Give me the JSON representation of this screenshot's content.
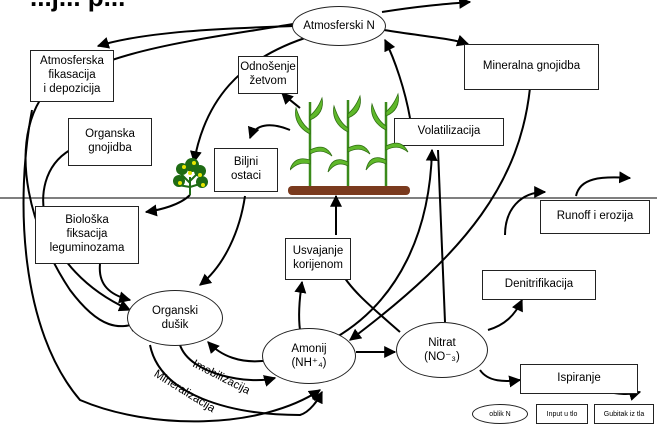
{
  "title_fragment": "...j... p...",
  "nodes": {
    "atmosferski_n": "Atmosferski N",
    "atm_fiksacija": "Atmosferska\nfikasacija\ni depozicija",
    "mineralna": "Mineralna gnojidba",
    "odnosenje": "Odnošenje\nžetvom",
    "organska": "Organska\ngnojidba",
    "biljni": "Biljni\nostaci",
    "volatilizacija": "Volatilizacija",
    "runoff": "Runoff i erozija",
    "bioloska": "Biološka\nfiksacija\nleguminozama",
    "usvajanje": "Usvajanje\nkorijenom",
    "denitrifikacija": "Denitrifikacija",
    "organski_dusik": "Organski\ndušik",
    "amonij": "Amonij\n(NH⁺₄)",
    "nitrat": "Nitrat\n(NO⁻₃)",
    "ispiranje": "Ispiranje",
    "imobilizacija": "Imobilizacija",
    "mineralizacija": "Mineralizacija"
  },
  "legend": {
    "oblik": "oblik N",
    "input": "Input u tlo",
    "gubitak": "Gubitak iz tla"
  },
  "colors": {
    "leaf": "#5fb82a",
    "soil": "#7a3a1e",
    "shrub": "#1e6b14",
    "shrub_flower": "#e6e600"
  }
}
